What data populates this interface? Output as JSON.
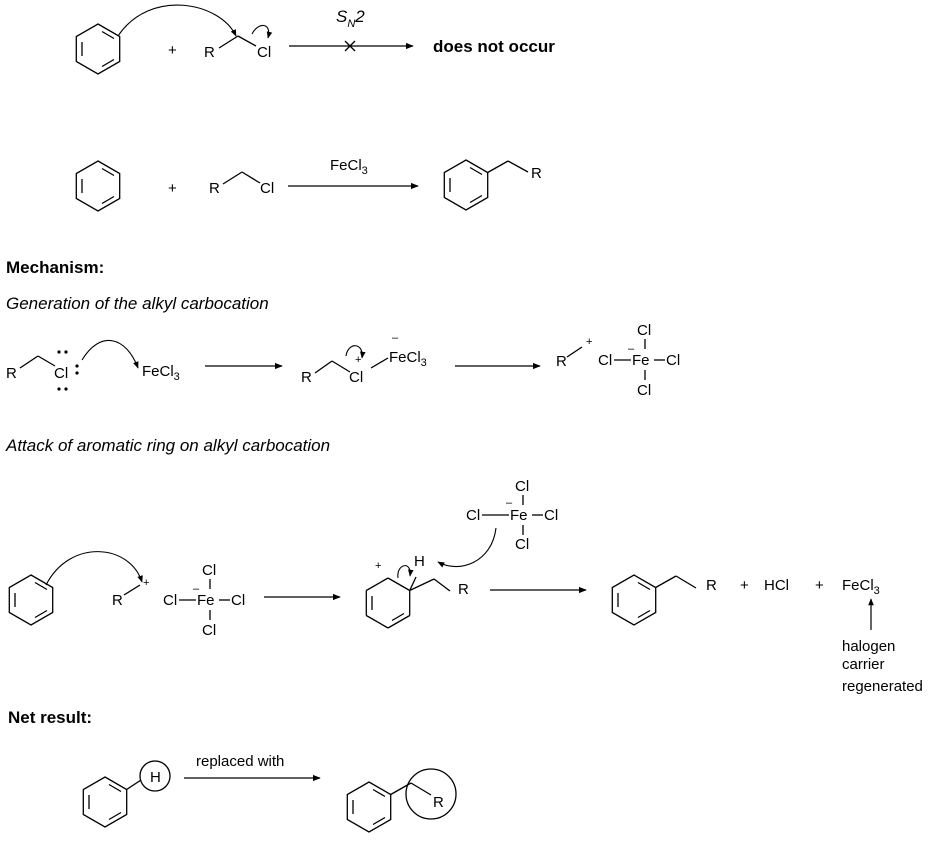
{
  "atoms": {
    "R": "R",
    "Cl": "Cl",
    "Fe": "Fe",
    "H": "H",
    "plus": "+",
    "minus": "–",
    "FeCl": "FeCl",
    "sub3": "3",
    "HCl": "HCl",
    "S": "S",
    "subN": "N",
    "two": "2"
  },
  "reaction1": {
    "result": "does not occur"
  },
  "headings": {
    "mechanism": "Mechanism:",
    "step1": "Generation of the alkyl carbocation",
    "step2": "Attack of aromatic ring on alkyl carbocation",
    "net": "Net result:"
  },
  "annotations": {
    "carrier_line1": "halogen",
    "carrier_line2": "carrier",
    "carrier_line3": "regenerated",
    "replaced_with": "replaced with"
  }
}
